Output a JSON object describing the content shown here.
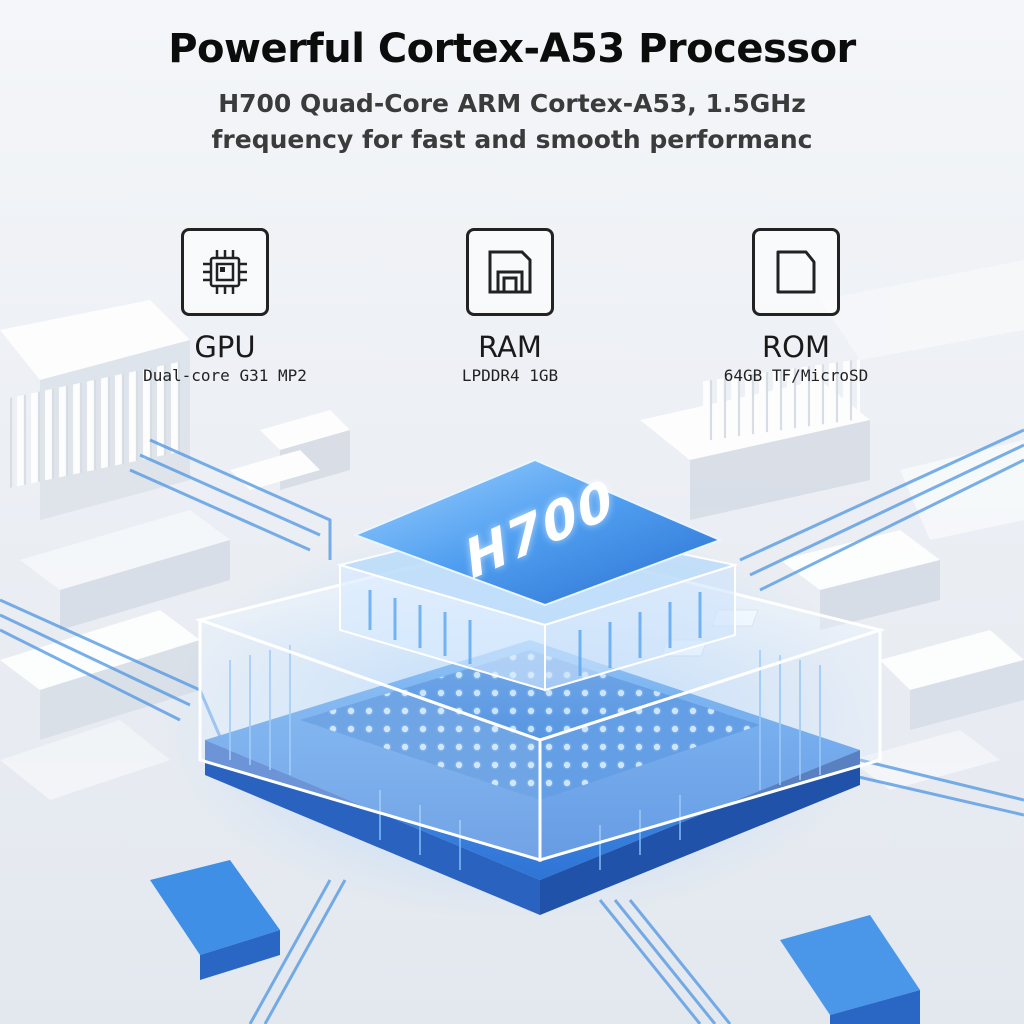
{
  "header": {
    "title": "Powerful Cortex-A53 Processor",
    "subtitle_line1": "H700 Quad-Core ARM Cortex-A53, 1.5GHz",
    "subtitle_line2": "frequency for fast and smooth performanc"
  },
  "features": [
    {
      "name": "GPU",
      "detail": "Dual-core G31 MP2",
      "icon": "chip-icon"
    },
    {
      "name": "RAM",
      "detail": "LPDDR4  1GB",
      "icon": "memory-icon"
    },
    {
      "name": "ROM",
      "detail": "64GB TF/MicroSD",
      "icon": "sd-card-icon"
    }
  ],
  "chip": {
    "label": "H700"
  },
  "colors": {
    "accent": "#3f8fe6",
    "accent_dark": "#2b6fcf",
    "background": "#eef1f5"
  }
}
